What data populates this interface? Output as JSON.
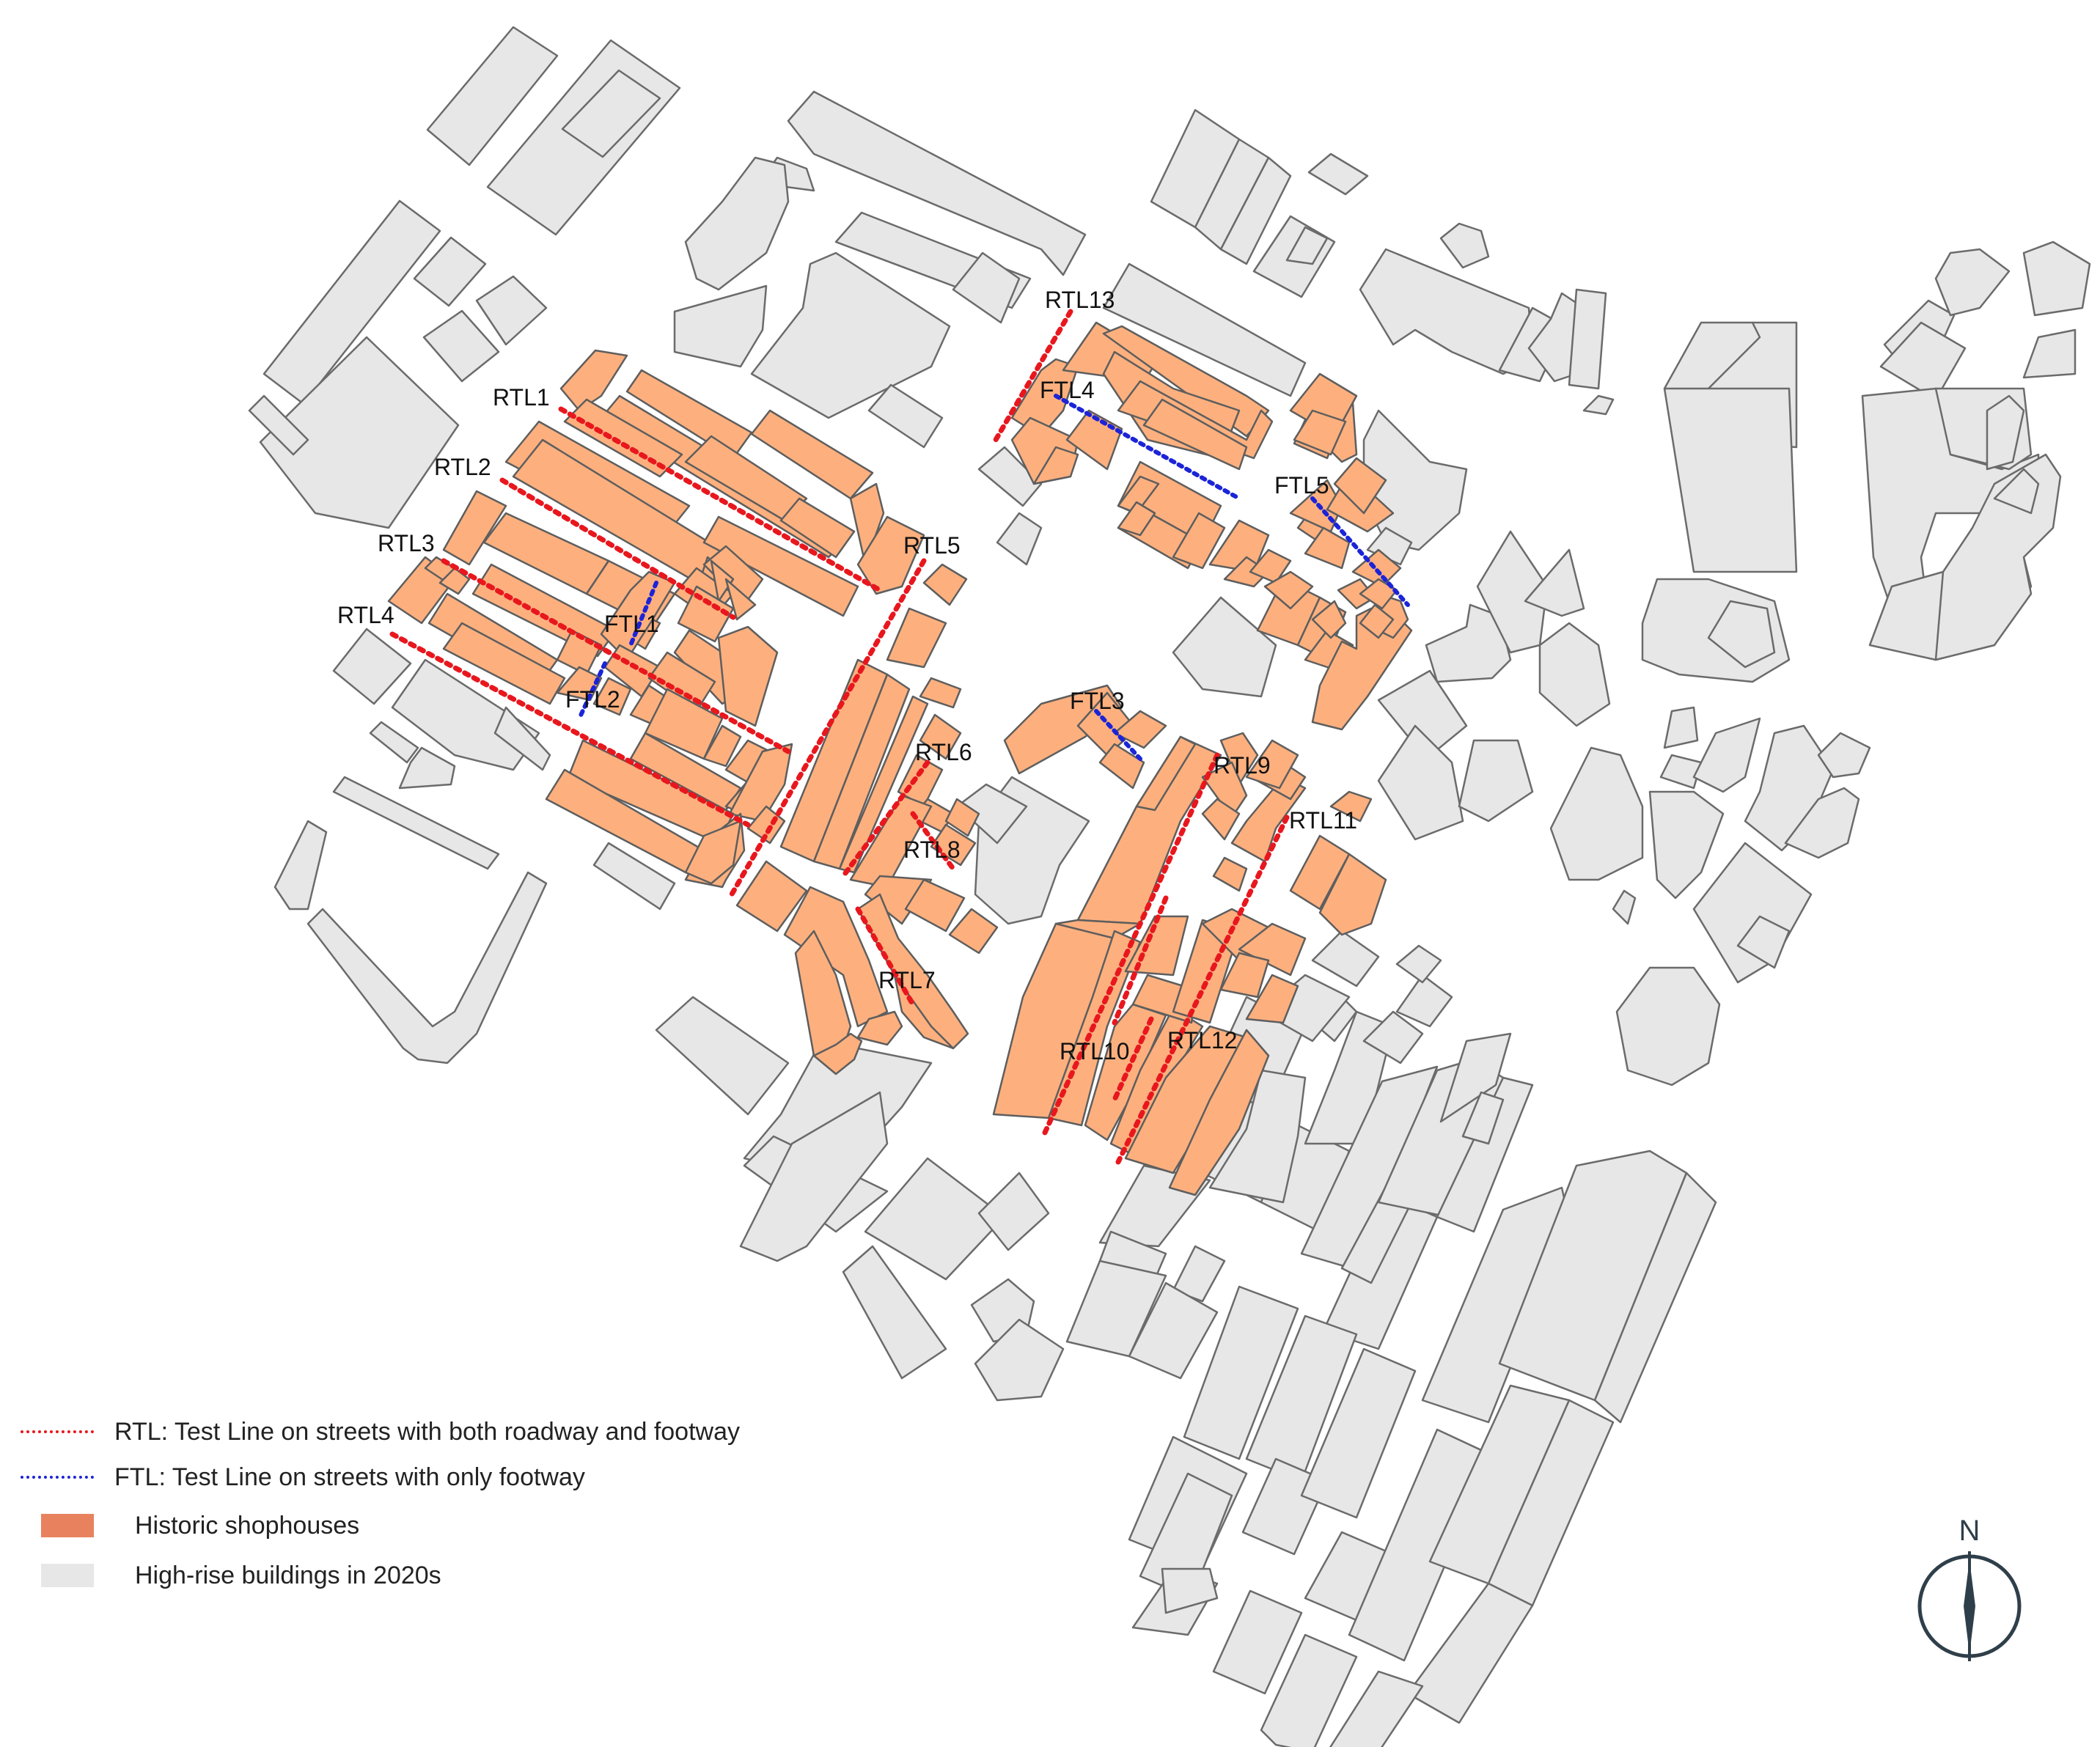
{
  "map": {
    "street_labels": {
      "rtl": [
        "RTL1",
        "RTL2",
        "RTL3",
        "RTL4",
        "RTL5",
        "RTL6",
        "RTL7",
        "RTL8",
        "RTL9",
        "RTL10",
        "RTL11",
        "RTL12",
        "RTL13"
      ],
      "ftl": [
        "FTL1",
        "FTL2",
        "FTL3",
        "FTL4",
        "FTL5"
      ]
    }
  },
  "legend": {
    "items": [
      {
        "symbol": "red-dotted-line",
        "color": "#e8171e",
        "label": "RTL: Test Line on streets with both roadway and footway"
      },
      {
        "symbol": "blue-dotted-line",
        "color": "#1c24d8",
        "label": "FTL: Test Line on streets with only footway"
      },
      {
        "symbol": "orange-fill",
        "color": "#e8825e",
        "label": "Historic shophouses"
      },
      {
        "symbol": "grey-fill",
        "color": "#e7e7e7",
        "label": "High-rise buildings in 2020s"
      }
    ]
  },
  "north_arrow": {
    "letter": "N",
    "icon": "north-arrow-icon"
  },
  "colors": {
    "shophouse_fill": "#fdb07e",
    "highrise_fill": "#e7e7e7",
    "outline": "#6b6b6b",
    "rtl_line": "#e8171e",
    "ftl_line": "#1c24d8"
  }
}
